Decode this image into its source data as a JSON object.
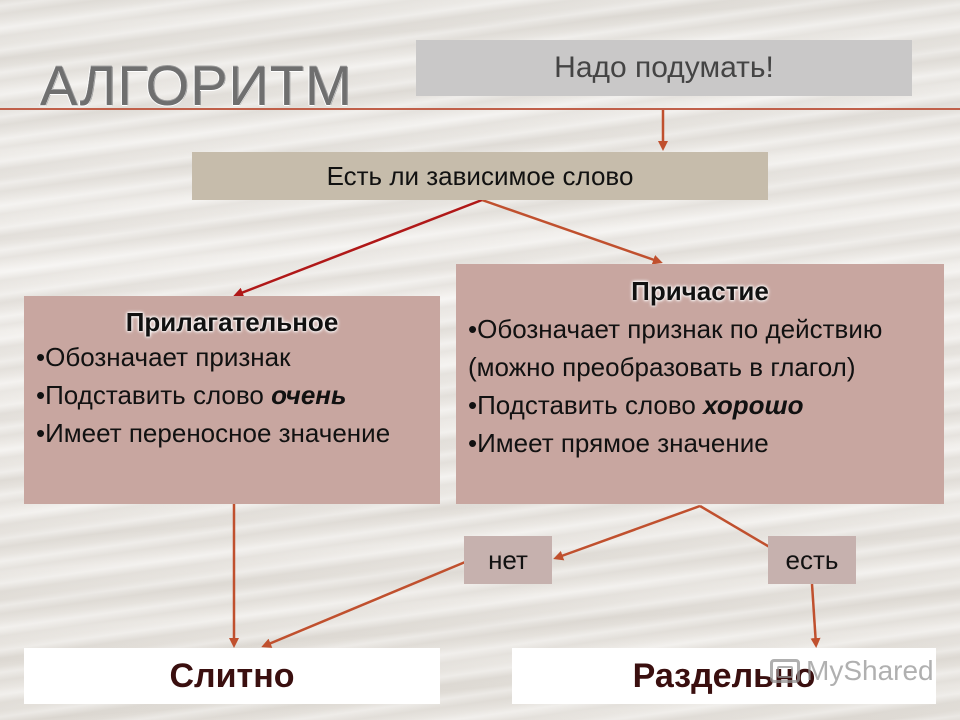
{
  "title": "АЛГОРИТМ",
  "top_note": "Надо подумать!",
  "question": "Есть ли зависимое слово",
  "adjective": {
    "heading": "Прилагательное",
    "bullets": [
      {
        "prefix": "•Обозначает признак",
        "emph": ""
      },
      {
        "prefix": "•Подставить слово ",
        "emph": "очень"
      },
      {
        "prefix": "•Имеет переносное значение",
        "emph": ""
      }
    ]
  },
  "participle": {
    "heading": "Причастие",
    "bullets": [
      {
        "prefix": "•Обозначает признак по действию (можно преобразовать в глагол)",
        "emph": ""
      },
      {
        "prefix": "•Подставить слово ",
        "emph": "хорошо"
      },
      {
        "prefix": "•Имеет прямое значение",
        "emph": ""
      }
    ]
  },
  "no_label": "нет",
  "yes_label": "есть",
  "result_joined": "Слитно",
  "result_separate": "Раздельно",
  "watermark": "MyShared",
  "colors": {
    "arrow": "#c0502e",
    "arrow_dark": "#b01818",
    "rose_box": "#c8a6a0",
    "tan_box": "#c6bcab",
    "gray_box": "#c9c8c8"
  }
}
